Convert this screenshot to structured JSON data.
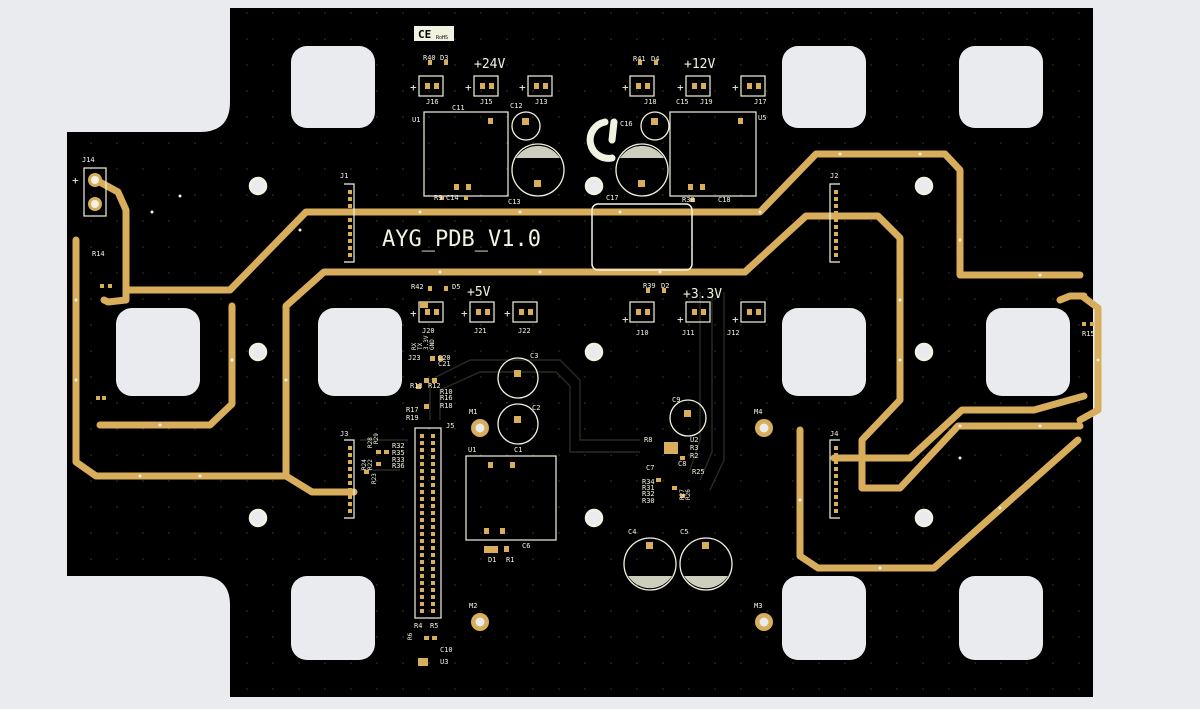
{
  "board": {
    "title": "AYG_PDB_V1.0",
    "ce_mark": "CE",
    "rohs_mark": "RoHS",
    "colors": {
      "background": "#e9ebee",
      "board": "#000000",
      "copper": "#d8ad5c",
      "silkscreen": "#f2f2e0",
      "mount_hole": "#e9ebee"
    }
  },
  "rails": {
    "v24": "+24V",
    "v12": "+12V",
    "v5": "+5V",
    "v33": "+3.3V"
  },
  "designators": {
    "j1": "J1",
    "j2": "J2",
    "j3": "J3",
    "j4": "J4",
    "j5": "J5",
    "j10": "J10",
    "j11": "J11",
    "j12": "J12",
    "j13": "J13",
    "j14": "J14",
    "j15": "J15",
    "j16": "J16",
    "j17": "J17",
    "j18": "J18",
    "j19": "J19",
    "j20": "J20",
    "j21": "J21",
    "j22": "J22",
    "j23": "J23",
    "u1": "U1",
    "u1b": "U1",
    "u2": "U2",
    "u3": "U3",
    "u5": "U5",
    "m1": "M1",
    "m2": "M2",
    "m3": "M3",
    "m4": "M4",
    "c2": "C2",
    "c3": "C3",
    "c4": "C4",
    "c5": "C5",
    "c9": "C9",
    "c12": "C12",
    "c13": "C13",
    "c16": "C16",
    "c17": "C17",
    "c18": "C18",
    "r14": "R14",
    "r15": "R15",
    "r9": "R9",
    "c14": "C14",
    "c11": "C11",
    "c15": "C15",
    "r40": "R40",
    "d3": "D3",
    "r41": "R41",
    "d4": "D4",
    "r42": "R42",
    "d5": "D5",
    "r39": "R39",
    "d2": "D2",
    "d1": "D1",
    "r1": "R1",
    "c1": "C1",
    "c6": "C6",
    "r4": "R4",
    "r5": "R5",
    "r6": "R6",
    "c10": "C10",
    "r38": "R38",
    "r8": "R8",
    "r3": "R3",
    "r2": "R2",
    "c7": "C7",
    "c8": "C8",
    "r25": "R25",
    "r34": "R34",
    "r31": "R31",
    "r32": "R32",
    "r30": "R30",
    "r26": "R26",
    "r27": "R27",
    "r13": "R13",
    "r12": "R12",
    "r10": "R10",
    "r16": "R16",
    "r18": "R18",
    "r17": "R17",
    "r19": "R19",
    "c20": "C20",
    "c21": "C21",
    "r24": "R24",
    "r22": "R22",
    "r23": "R23",
    "r33": "R33",
    "r35": "R35",
    "r36": "R36",
    "r28": "R28",
    "r29": "R29"
  },
  "pin_labels": {
    "rx": "RX",
    "tx": "TX",
    "v33": "3.3V",
    "gnd": "GND",
    "plus": "+"
  }
}
